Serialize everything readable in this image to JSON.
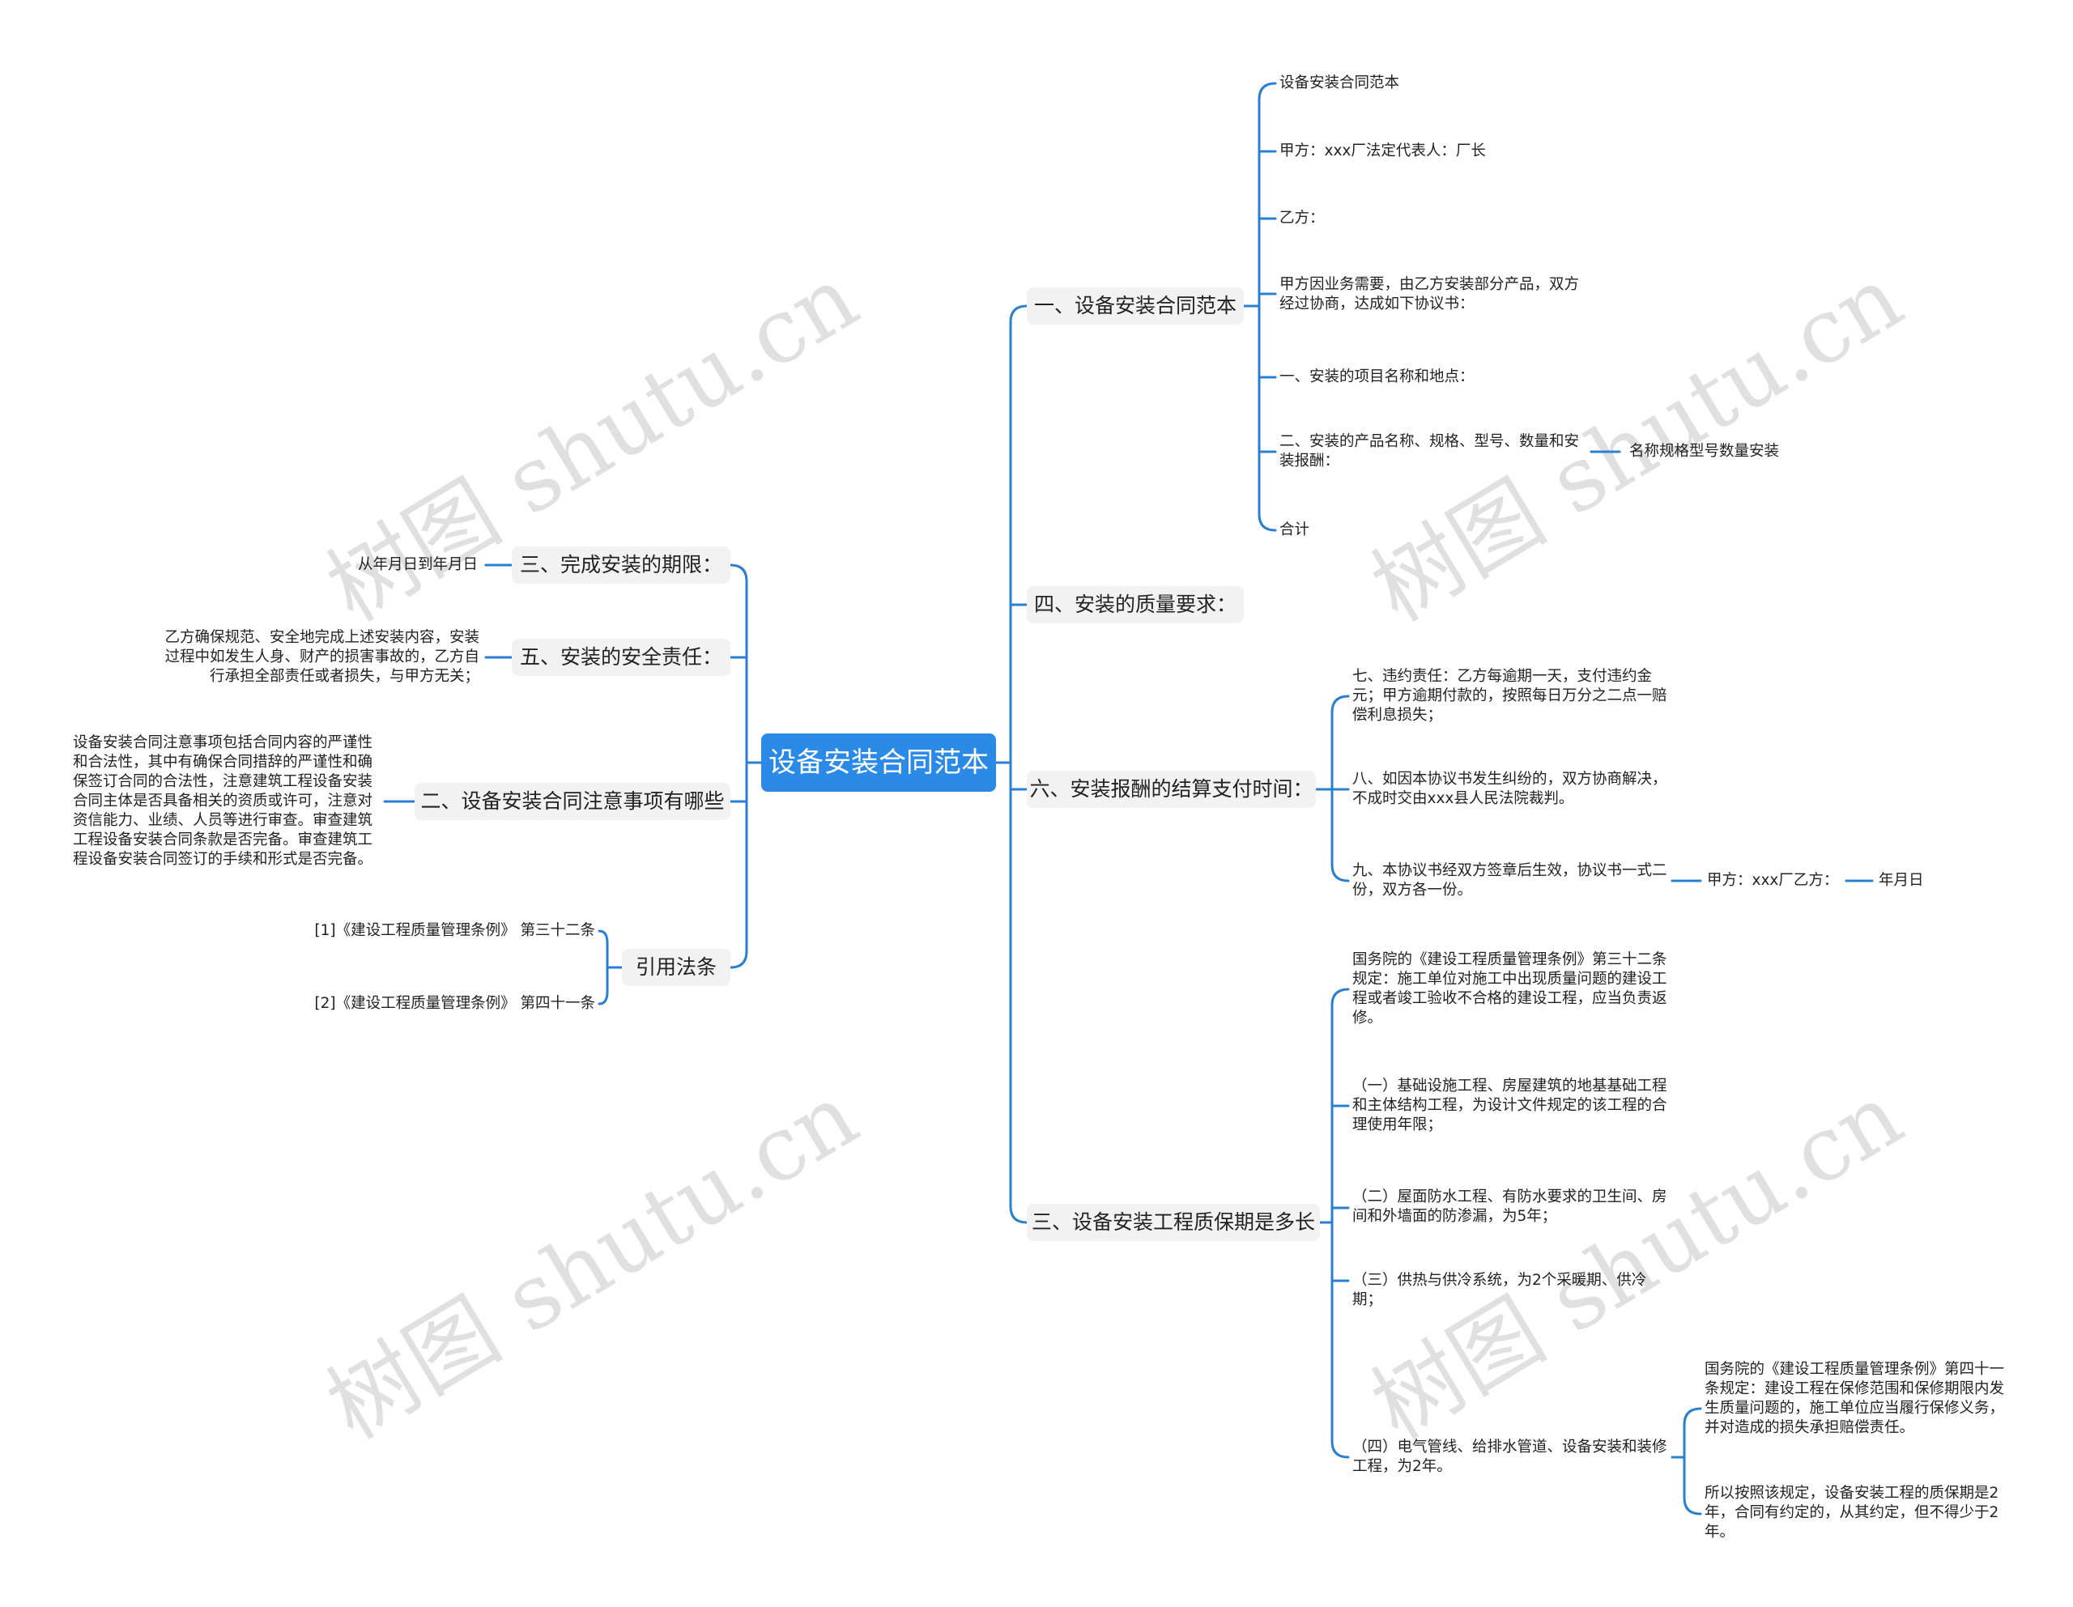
{
  "root": {
    "label": "设备安装合同范本"
  },
  "watermark": "树图 shutu.cn",
  "colors": {
    "line": "#2b7fd1",
    "root_bg": "#2b8ae6",
    "branch_bg": "#f2f2f2"
  },
  "right": {
    "b1": {
      "label": "一、设备安装合同范本",
      "children": [
        "设备安装合同范本",
        "甲方：xxx厂法定代表人：厂长",
        "乙方：",
        "甲方因业务需要，由乙方安装部分产品，双方经过协商，达成如下协议书：",
        "一、安装的项目名称和地点：",
        "二、安装的产品名称、规格、型号、数量和安装报酬：",
        "合计"
      ],
      "sub": "名称规格型号数量安装"
    },
    "b2": {
      "label": "四、安装的质量要求："
    },
    "b3": {
      "label": "六、安装报酬的结算支付时间：",
      "children": [
        "七、违约责任：乙方每逾期一天，支付违约金元；甲方逾期付款的，按照每日万分之二点一赔偿利息损失；",
        "八、如因本协议书发生纠纷的，双方协商解决，不成时交由xxx县人民法院裁判。",
        "九、本协议书经双方签章后生效，协议书一式二份，双方各一份。"
      ],
      "sub1": "甲方：xxx厂乙方：",
      "sub2": "年月日"
    },
    "b4": {
      "label": "三、设备安装工程质保期是多长",
      "children": [
        "国务院的《建设工程质量管理条例》第三十二条规定：施工单位对施工中出现质量问题的建设工程或者竣工验收不合格的建设工程，应当负责返修。",
        "（一）基础设施工程、房屋建筑的地基基础工程和主体结构工程，为设计文件规定的该工程的合理使用年限；",
        "（二）屋面防水工程、有防水要求的卫生间、房间和外墙面的防渗漏，为5年；",
        "（三）供热与供冷系统，为2个采暖期、供冷期；",
        "（四）电气管线、给排水管道、设备安装和装修工程，为2年。"
      ],
      "sub": [
        "国务院的《建设工程质量管理条例》第四十一条规定：建设工程在保修范围和保修期限内发生质量问题的，施工单位应当履行保修义务，并对造成的损失承担赔偿责任。",
        "所以按照该规定，设备安装工程的质保期是2年，合同有约定的，从其约定，但不得少于2年。"
      ]
    }
  },
  "left": {
    "b1": {
      "label": "三、完成安装的期限：",
      "child": "从年月日到年月日"
    },
    "b2": {
      "label": "五、安装的安全责任：",
      "child": "乙方确保规范、安全地完成上述安装内容，安装过程中如发生人身、财产的损害事故的，乙方自行承担全部责任或者损失，与甲方无关；"
    },
    "b3": {
      "label": "二、设备安装合同注意事项有哪些",
      "child": "设备安装合同注意事项包括合同内容的严谨性和合法性，其中有确保合同措辞的严谨性和确保签订合同的合法性，注意建筑工程设备安装合同主体是否具备相关的资质或许可，注意对资信能力、业绩、人员等进行审查。审查建筑工程设备安装合同条款是否完备。审查建筑工程设备安装合同签订的手续和形式是否完备。"
    },
    "b4": {
      "label": "引用法条",
      "children": [
        "[1]《建设工程质量管理条例》 第三十二条",
        "[2]《建设工程质量管理条例》 第四十一条"
      ]
    }
  }
}
